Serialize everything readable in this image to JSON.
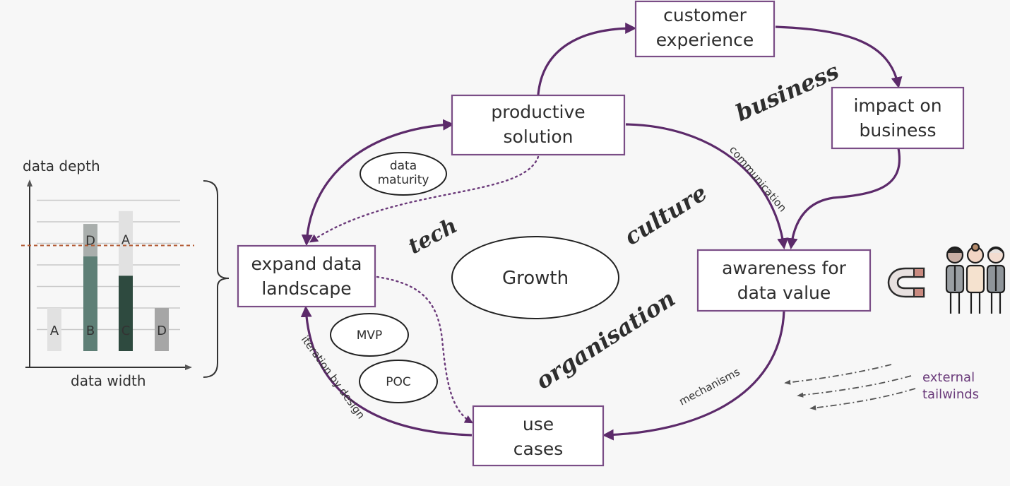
{
  "nodes": {
    "customer_experience": [
      "customer",
      "experience"
    ],
    "productive_solution": [
      "productive",
      "solution"
    ],
    "impact_on_business": [
      "impact on",
      "business"
    ],
    "expand_data_landscape": [
      "expand data",
      "landscape"
    ],
    "awareness_for_data_value": [
      "awareness for",
      "data value"
    ],
    "use_cases": [
      "use",
      "cases"
    ]
  },
  "ovals": {
    "data_maturity": [
      "data",
      "maturity"
    ],
    "growth": "Growth",
    "mvp": "MVP",
    "poc": "POC"
  },
  "dimensions": {
    "business": "business",
    "tech": "tech",
    "culture": "culture",
    "organisation": "organisation"
  },
  "edge_labels": {
    "communication": "communication",
    "mechanisms": "mechanisms",
    "iteration": "iteration by design"
  },
  "external": [
    "external",
    "tailwinds"
  ],
  "chart_data": {
    "type": "bar",
    "xlabel": "data width",
    "ylabel": "data depth",
    "bars": [
      {
        "label": "A",
        "segments": [
          {
            "value": 2,
            "color": "#e1e1e1"
          }
        ]
      },
      {
        "label": "B",
        "top_label": "D",
        "segments": [
          {
            "value": 4.4,
            "color": "#5e7f76"
          },
          {
            "value": 1.5,
            "color": "#a9aeac"
          }
        ]
      },
      {
        "label": "C",
        "top_label": "A",
        "segments": [
          {
            "value": 3.5,
            "color": "#2e4a3f"
          },
          {
            "value": 3.0,
            "color": "#e1e1e1"
          }
        ]
      },
      {
        "label": "D",
        "segments": [
          {
            "value": 2,
            "color": "#a6a6a6"
          }
        ]
      }
    ],
    "threshold": 4.9,
    "threshold_color": "#b35a33",
    "ylim": [
      0,
      7.5
    ]
  },
  "colors": {
    "frame": "#7a4d86",
    "arrow": "#5c2a6a",
    "text": "#2e2e2e"
  }
}
